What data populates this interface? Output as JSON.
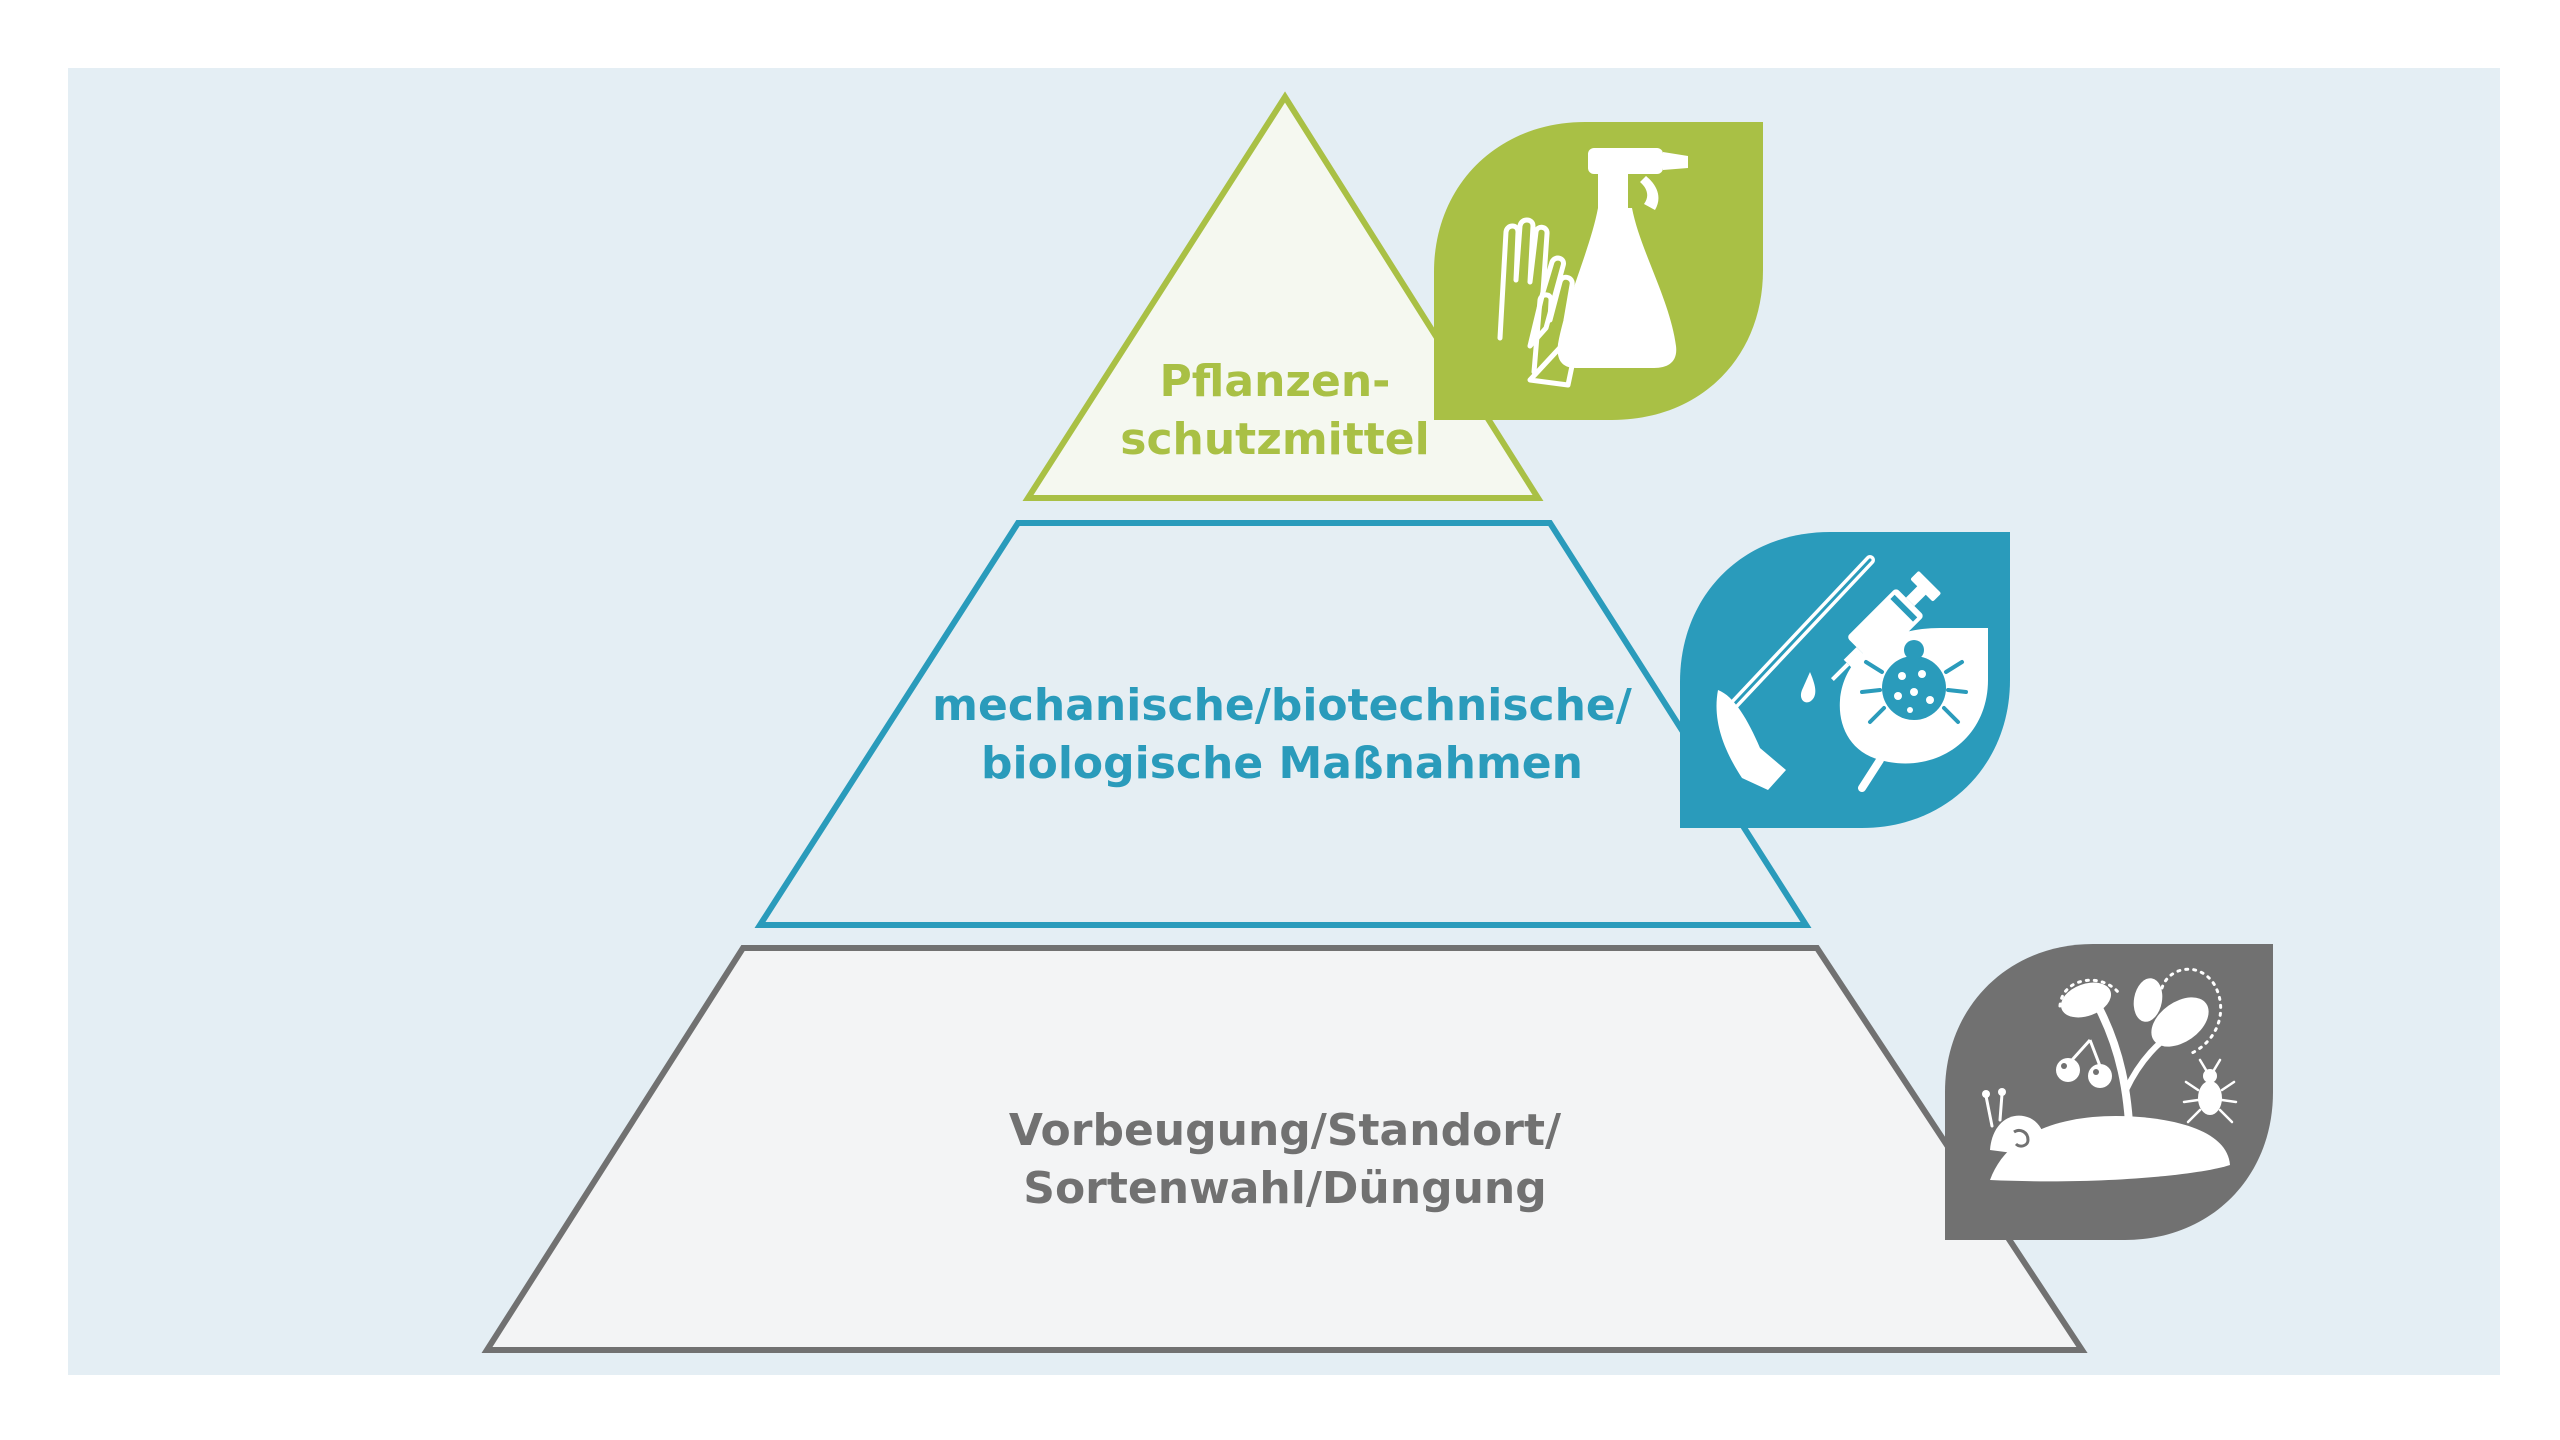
{
  "diagram": {
    "tiers": [
      {
        "id": "top",
        "lines": [
          "Pflanzen-",
          "schutzmittel"
        ],
        "color": "#a9c045",
        "fill": "#f5f8f0",
        "icon": "gloves-spray-bottle-icon"
      },
      {
        "id": "middle",
        "lines": [
          "mechanische/biotechnische/",
          "biologische Maßnahmen"
        ],
        "color": "#2a9bbb",
        "fill": "#e5eef3",
        "icon": "hoe-syringe-beetle-leaf-icon"
      },
      {
        "id": "bottom",
        "lines": [
          "Vorbeugung/Standort/",
          "Sortenwahl/Düngung"
        ],
        "color": "#717171",
        "fill": "#f3f4f5",
        "icon": "plant-snail-beetle-icon"
      }
    ],
    "background_color": "#e4eef4"
  }
}
